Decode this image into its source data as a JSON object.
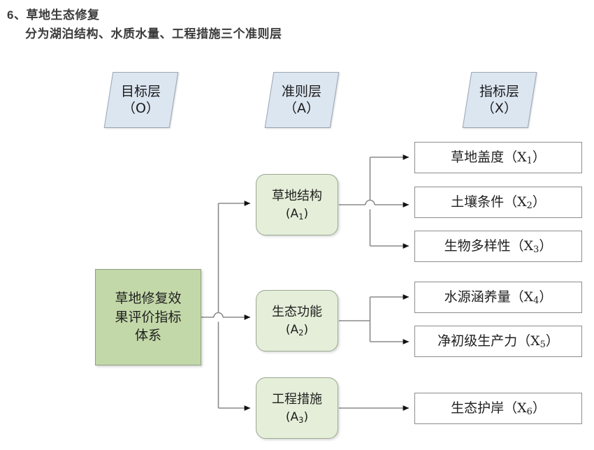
{
  "heading": {
    "line1": "6、草地生态修复",
    "line2": "分为湖泊结构、水质水量、工程措施三个准则层"
  },
  "layer_headers": [
    {
      "id": "O",
      "title": "目标层",
      "code": "（O）",
      "fill": "#dce6f1",
      "stroke": "#9aa7b5"
    },
    {
      "id": "A",
      "title": "准则层",
      "code": "（A）",
      "fill": "#dce6f1",
      "stroke": "#9aa7b5"
    },
    {
      "id": "X",
      "title": "指标层",
      "code": "（X）",
      "fill": "#dce6f1",
      "stroke": "#9aa7b5"
    }
  ],
  "goal": {
    "label": "草地修复效果评价指标体系",
    "line1": "草地修复效",
    "line2": "果评价指标",
    "line3": "体系",
    "fill": "#c3d8a8",
    "stroke": "#8f9e87"
  },
  "criteria": [
    {
      "code": "A1",
      "name": "草地结构",
      "sub": "(A",
      "idx": "1",
      "subclose": ")"
    },
    {
      "code": "A2",
      "name": "生态功能",
      "sub": "(A",
      "idx": "2",
      "subclose": ")"
    },
    {
      "code": "A3",
      "name": "工程措施",
      "sub": "(A",
      "idx": "3",
      "subclose": ")"
    }
  ],
  "criteria_style": {
    "fill": "#e4eed8",
    "stroke": "#9aa892"
  },
  "indicators": [
    {
      "code": "X1",
      "name": "草地盖度",
      "open": "（X",
      "idx": "1",
      "close": "）",
      "parent": "A1"
    },
    {
      "code": "X2",
      "name": "土壤条件",
      "open": "（X",
      "idx": "2",
      "close": "）",
      "parent": "A1"
    },
    {
      "code": "X3",
      "name": "生物多样性",
      "open": "（X",
      "idx": "3",
      "close": "）",
      "parent": "A1"
    },
    {
      "code": "X4",
      "name": "水源涵养量",
      "open": "（X",
      "idx": "4",
      "close": "）",
      "parent": "A2"
    },
    {
      "code": "X5",
      "name": "净初级生产力",
      "open": "（X",
      "idx": "5",
      "close": "）",
      "parent": "A2"
    },
    {
      "code": "X6",
      "name": "生态护岸",
      "open": "（X",
      "idx": "6",
      "close": "）",
      "parent": "A3"
    }
  ],
  "indicator_style": {
    "fill": "#ffffff",
    "stroke": "#8d8d8d"
  },
  "connector_style": {
    "stroke": "#8a8a8a",
    "arrow_fill": "#111111",
    "width": 1.6
  },
  "edges": [
    {
      "from": "O",
      "to": "A1"
    },
    {
      "from": "O",
      "to": "A2"
    },
    {
      "from": "O",
      "to": "A3"
    },
    {
      "from": "A1",
      "to": "X1"
    },
    {
      "from": "A1",
      "to": "X2"
    },
    {
      "from": "A1",
      "to": "X3"
    },
    {
      "from": "A2",
      "to": "X4"
    },
    {
      "from": "A2",
      "to": "X5"
    },
    {
      "from": "A3",
      "to": "X6"
    }
  ]
}
